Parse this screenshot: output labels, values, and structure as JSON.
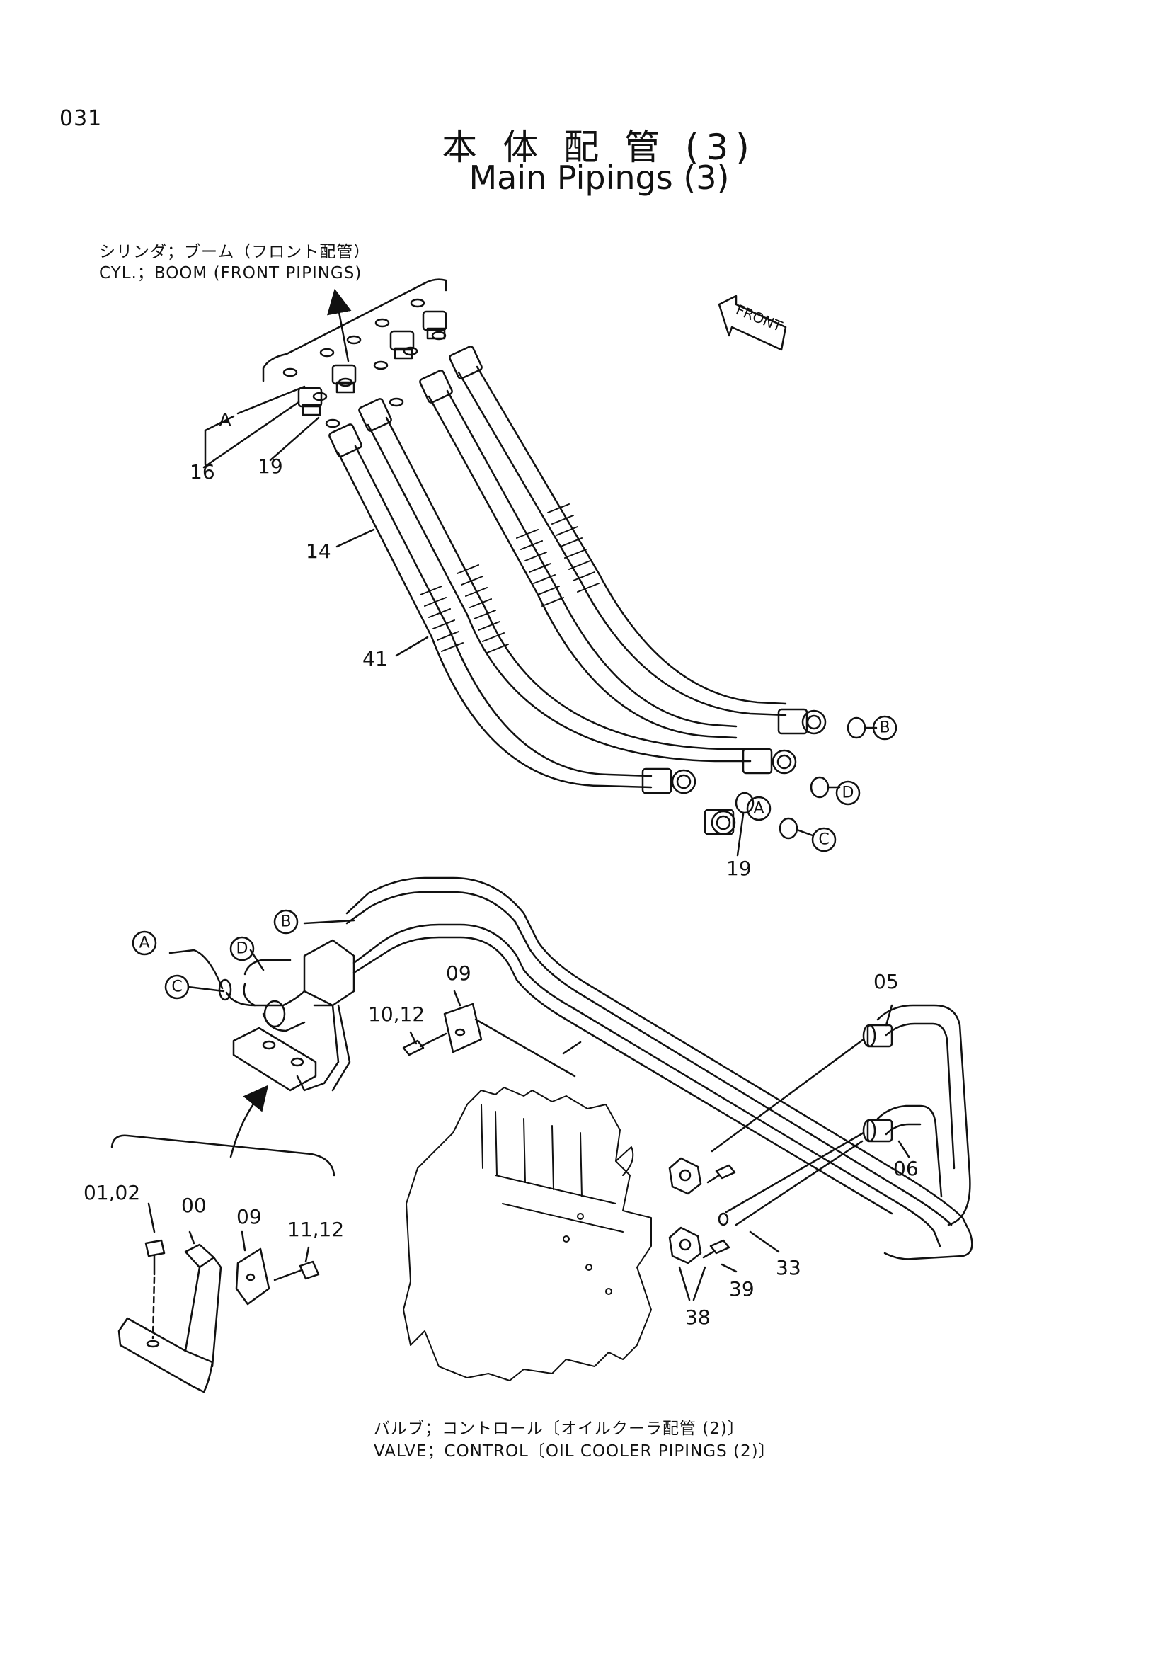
{
  "page_number": "031",
  "title_jp": "本 体 配 管 (3)",
  "title_en": "Main Pipings (3)",
  "front_label": "FRONT",
  "captions": {
    "top_jp": "シリンダ；ブーム（フロント配管）",
    "top_en": "CYL.；BOOM (FRONT PIPINGS)",
    "bottom_jp": "バルブ；コントロール〔オイルクーラ配管 (2)〕",
    "bottom_en": "VALVE；CONTROL〔OIL COOLER PIPINGS (2)〕"
  },
  "part_labels": {
    "p16": "16",
    "p19_top": "19",
    "p14": "14",
    "p41": "41",
    "p19_bottom": "19",
    "p09_top": "09",
    "p10_12": "10,12",
    "p05": "05",
    "p06": "06",
    "p01_02": "01,02",
    "p00": "00",
    "p09_bottom": "09",
    "p11_12": "11,12",
    "p33": "33",
    "p39": "39",
    "p38": "38"
  },
  "ref_labels": {
    "a_top": "A",
    "b_right": "B",
    "d_right": "D",
    "a_right": "A",
    "c_right": "C",
    "b_mid": "B",
    "a_left": "A",
    "d_mid": "D",
    "c_left": "C"
  }
}
